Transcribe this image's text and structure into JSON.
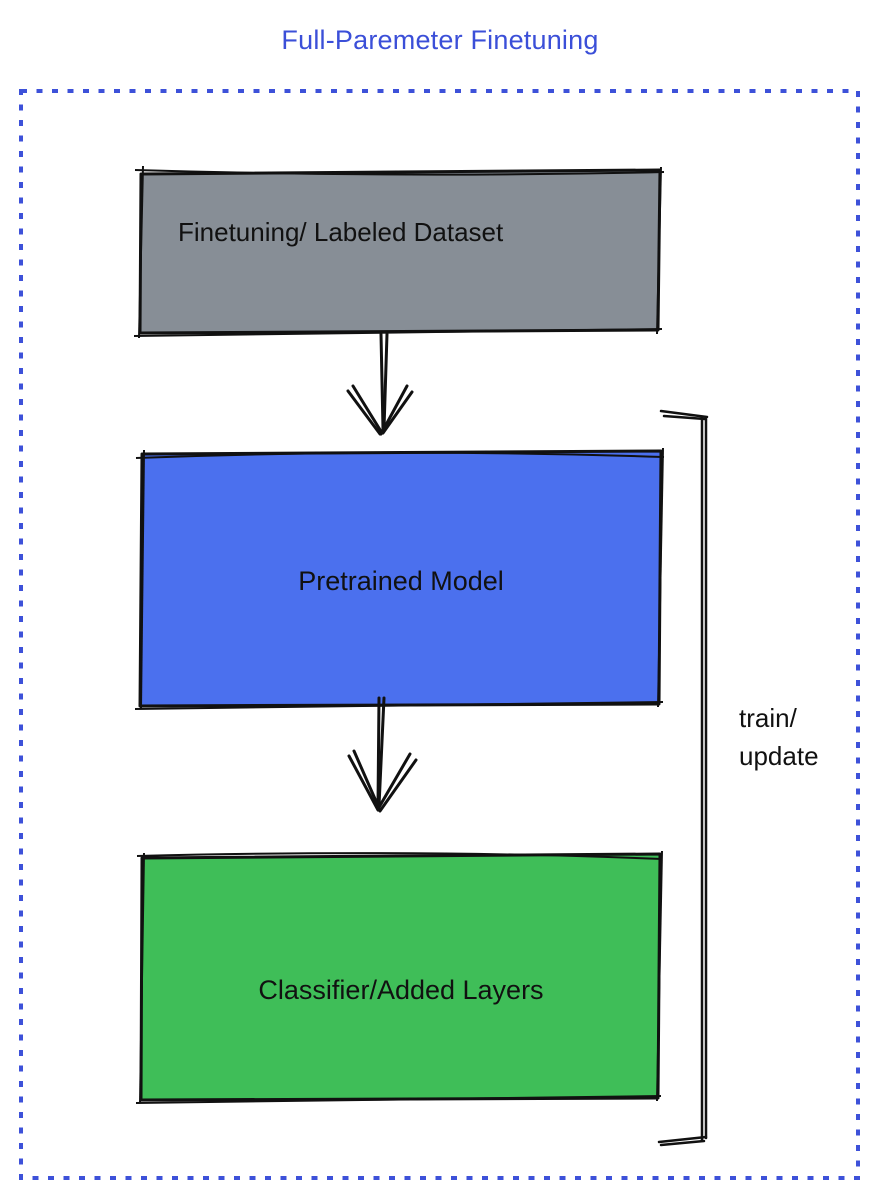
{
  "title": "Full-Paremeter Finetuning",
  "diagram": {
    "dataset_box": {
      "label": "Finetuning/ Labeled Dataset"
    },
    "pretrained_box": {
      "label": "Pretrained Model"
    },
    "classifier_box": {
      "label": "Classifier/Added Layers"
    },
    "bracket_label": "train/\nupdate"
  },
  "colors": {
    "title_blue": "#3B4FD8",
    "border_blue": "#3D51D9",
    "dataset_gray": "#878E96",
    "model_blue": "#4B70EE",
    "classifier_green": "#3FBE58",
    "ink": "#111111"
  }
}
